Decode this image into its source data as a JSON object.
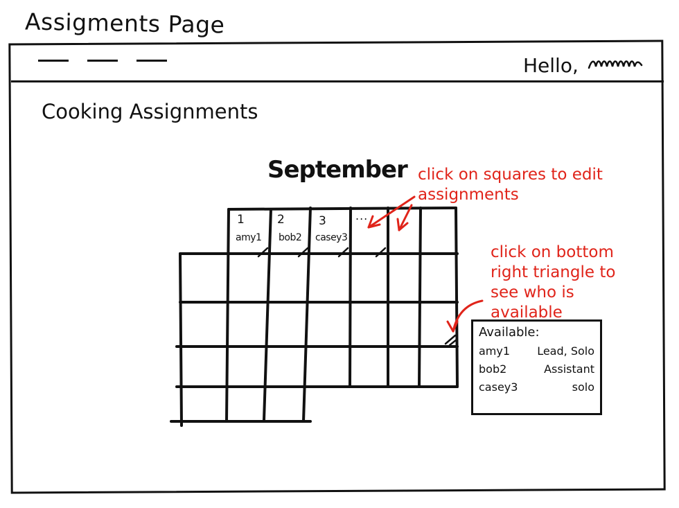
{
  "page_title": "Assigments Page",
  "header": {
    "greeting": "Hello,"
  },
  "section_title": "Cooking Assignments",
  "calendar": {
    "month": "September",
    "cells": [
      {
        "day": "1",
        "name": "amy1"
      },
      {
        "day": "2",
        "name": "bob2"
      },
      {
        "day": "3",
        "name": "casey3"
      },
      {
        "day": "...",
        "name": ""
      }
    ]
  },
  "annotations": {
    "edit_note": "click on squares to edit assignments",
    "triangle_note": "click on bottom right triangle to see who is available"
  },
  "available_popup": {
    "title": "Available:",
    "rows": [
      {
        "name": "amy1",
        "role": "Lead, Solo"
      },
      {
        "name": "bob2",
        "role": "Assistant"
      },
      {
        "name": "casey3",
        "role": "solo"
      }
    ]
  },
  "colors": {
    "ink": "#111111",
    "annotation": "#e0241a"
  }
}
